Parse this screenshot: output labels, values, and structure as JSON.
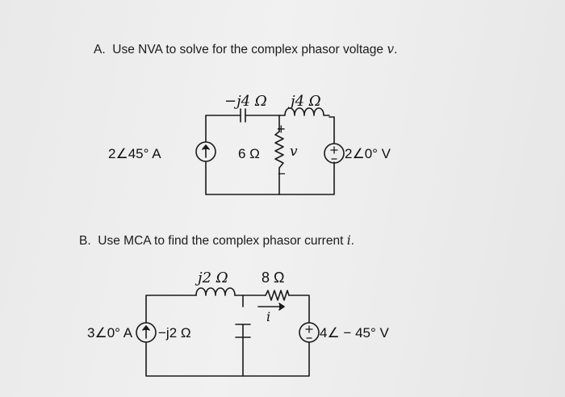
{
  "problem_a": {
    "letter": "A.",
    "text": "Use NVA to solve for the complex phasor voltage ",
    "var": "v",
    "end": ".",
    "labels": {
      "capacitor": "−j4 Ω",
      "inductor": "j4 Ω",
      "current_source": "2∠45° A",
      "resistor": "6 Ω",
      "voltage_var": "v",
      "plus": "+",
      "minus": "−",
      "voltage_source": "2∠0° V"
    }
  },
  "problem_b": {
    "letter": "B.",
    "text": "Use MCA to find the complex phasor current ",
    "var": "i",
    "end": ".",
    "labels": {
      "inductor": "j2 Ω",
      "resistor": "8 Ω",
      "current_var": "i",
      "current_source": "3∠0° A",
      "capacitor": "−j2 Ω",
      "voltage_source": "4∠ − 45° V"
    }
  }
}
